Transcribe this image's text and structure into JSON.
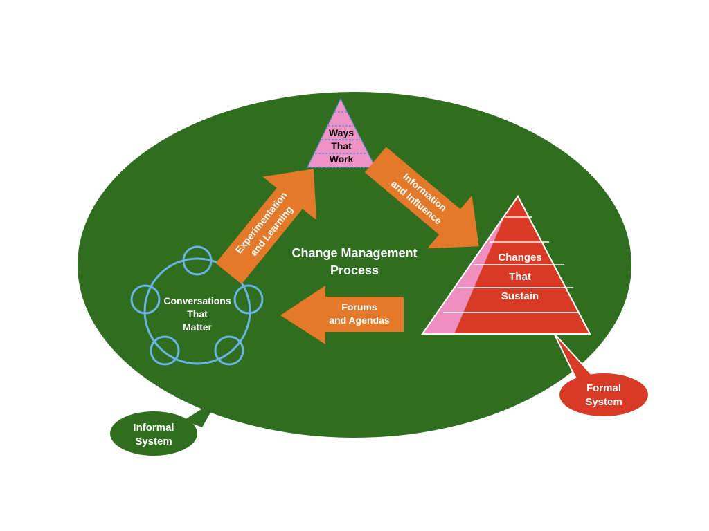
{
  "colors": {
    "background": "#ffffff",
    "ellipse": "#2f6e1f",
    "arrow": "#e5792a",
    "pyramid_red": "#d93a25",
    "pyramid_pink": "#ee8fc0",
    "top_triangle": "#ef93c6",
    "circles": "#6ab4e8",
    "formal_bubble": "#d93a25",
    "informal_bubble": "#2f6e1f"
  },
  "diagram": {
    "center_title": [
      "Change Management",
      "Process"
    ],
    "ways_that_work": [
      "Ways",
      "That",
      "Work"
    ],
    "changes_that_sustain": [
      "Changes",
      "That",
      "Sustain"
    ],
    "conversations_that_matter": [
      "Conversations",
      "That",
      "Matter"
    ],
    "arrow_experimentation": [
      "Experimentation",
      "and Learning"
    ],
    "arrow_information": [
      "Information",
      "and Influence"
    ],
    "arrow_forums": [
      "Forums",
      "and Agendas"
    ],
    "callout_formal": [
      "Formal",
      "System"
    ],
    "callout_informal": [
      "Informal",
      "System"
    ]
  }
}
